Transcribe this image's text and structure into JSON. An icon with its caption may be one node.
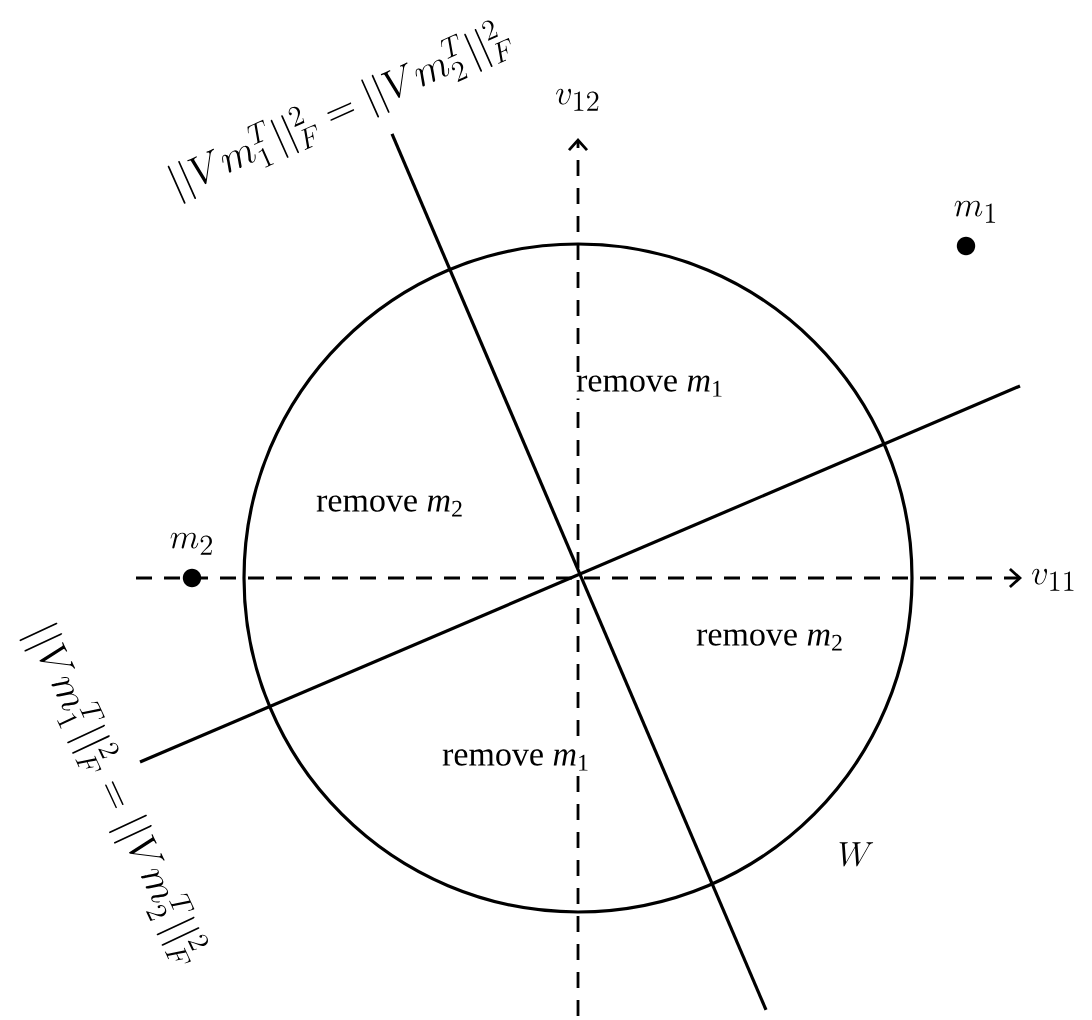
{
  "diagram": {
    "nodes": [
      {
        "text": [],
        "shape": "circle",
        "beside": [
          "W"
        ]
      }
    ],
    "labels": [
      "||Vm_1^T||_F^2=||Vm_2^T||_F^2",
      "v_{12}",
      "m_1",
      "remove *m*$_{1}$",
      "remove *m*$_{2}$",
      "m_2",
      "v_{11}",
      "remove *m*$_{2}$",
      "||Vm_1^T||_F^2=||Vm_2^T||_F^2",
      "remove *m*$_{1}$"
    ]
  }
}
